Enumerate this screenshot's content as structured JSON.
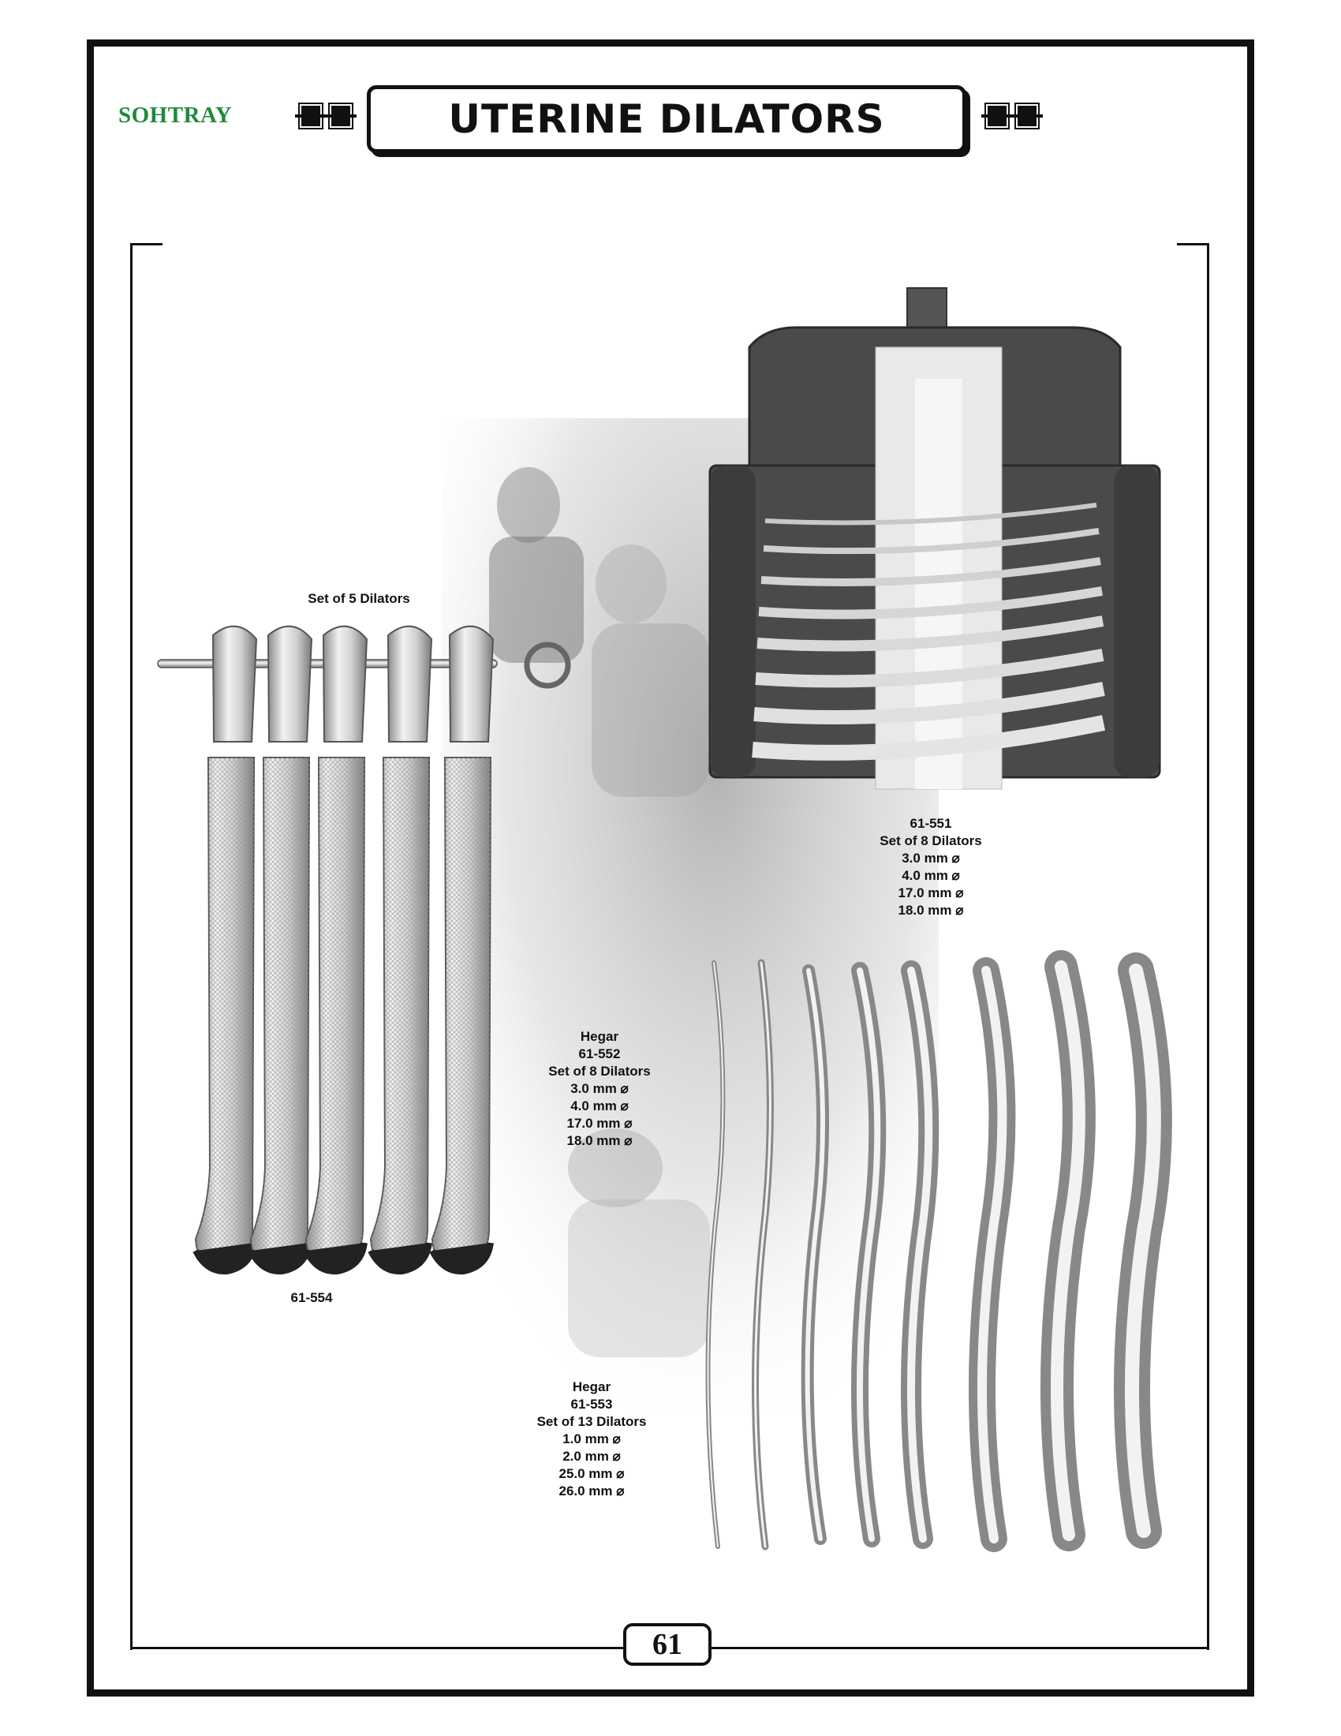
{
  "header": {
    "brand": "SOHTRAY",
    "title": "UTERINE DILATORS"
  },
  "page_number": "61",
  "products": {
    "set_5": {
      "heading": "Set of 5 Dilators",
      "code": "61-554"
    },
    "set_551": {
      "code": "61-551",
      "description": "Set of 8 Dilators",
      "sizes": [
        "3.0 mm",
        "4.0 mm",
        "17.0 mm",
        "18.0 mm"
      ]
    },
    "set_552": {
      "name": "Hegar",
      "code": "61-552",
      "description": "Set of 8 Dilators",
      "sizes": [
        "3.0 mm",
        "4.0 mm",
        "17.0 mm",
        "18.0 mm"
      ]
    },
    "set_553": {
      "name": "Hegar",
      "code": "61-553",
      "description": "Set of 13 Dilators",
      "sizes": [
        "1.0 mm",
        "2.0 mm",
        "25.0 mm",
        "26.0 mm"
      ]
    }
  },
  "colors": {
    "brand_green": "#1f8a3a",
    "frame": "#111111",
    "pouch": "#4a4a4a",
    "steel": "#d9d9d9"
  }
}
